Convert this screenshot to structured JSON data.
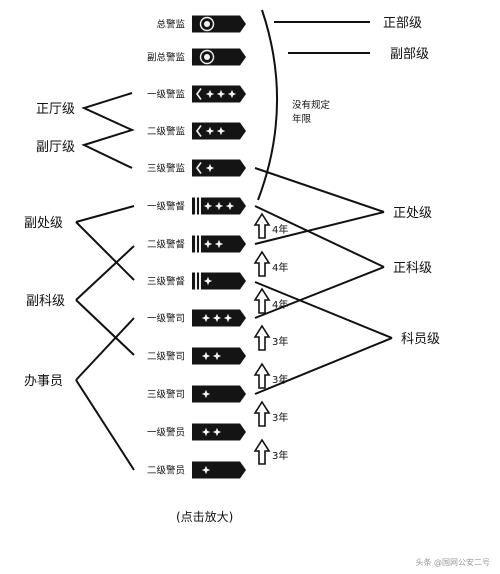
{
  "ranks": [
    {
      "label": "总警监",
      "insignia": "wreath-emblem"
    },
    {
      "label": "副总警监",
      "insignia": "wreath-emblem"
    },
    {
      "label": "一级警监",
      "insignia": "olive-branch-3-stars"
    },
    {
      "label": "二级警监",
      "insignia": "olive-branch-2-stars"
    },
    {
      "label": "三级警监",
      "insignia": "olive-branch-1-star"
    },
    {
      "label": "一级警督",
      "insignia": "2-bars-3-stars"
    },
    {
      "label": "二级警督",
      "insignia": "2-bars-2-stars"
    },
    {
      "label": "三级警督",
      "insignia": "2-bars-1-star"
    },
    {
      "label": "一级警司",
      "insignia": "3-stars"
    },
    {
      "label": "二级警司",
      "insignia": "2-stars"
    },
    {
      "label": "三级警司",
      "insignia": "1-star"
    },
    {
      "label": "一级警员",
      "insignia": "2-stars"
    },
    {
      "label": "二级警员",
      "insignia": "1-star"
    }
  ],
  "left_levels": {
    "zhengting": "正厅级",
    "futing": "副厅级",
    "fuchu": "副处级",
    "fuke": "副科级",
    "banshiyuan": "办事员"
  },
  "right_levels": {
    "zhengbu": "正部级",
    "fubu": "副部级",
    "zhengchu": "正处级",
    "zhengke": "正科级",
    "keyuan": "科员级"
  },
  "no_limit_note": [
    "没有规定",
    "年限"
  ],
  "promotion_years": [
    "4年",
    "4年",
    "4年",
    "3年",
    "3年",
    "3年",
    "3年"
  ],
  "caption": "(点击放大)",
  "watermark": "头条 @国网公安二号",
  "colors": {
    "ink": "#111111",
    "insignia": "#141414",
    "star": "#f2f2f2"
  }
}
